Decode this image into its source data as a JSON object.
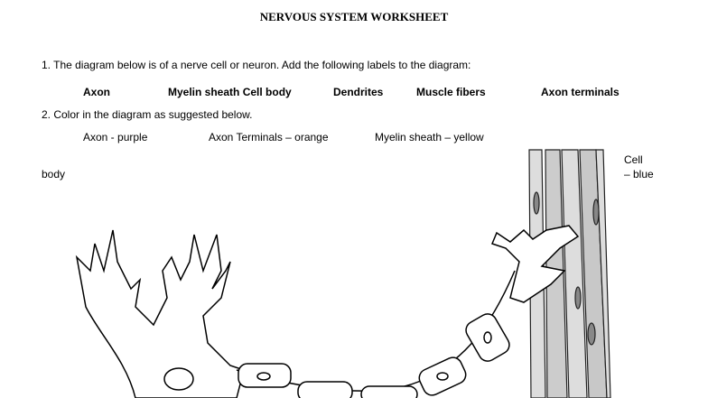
{
  "title": "NERVOUS SYSTEM WORKSHEET",
  "q1": "1. The diagram below is of a nerve cell or neuron. Add the following labels to the diagram:",
  "labels": [
    "Axon",
    "Myelin sheath Cell body",
    "Dendrites",
    "Muscle fibers",
    "Axon terminals"
  ],
  "q2": "2. Color in the diagram as suggested below.",
  "colors": [
    "Axon - purple",
    "Axon Terminals – orange",
    "Myelin sheath – yellow"
  ],
  "cell_body_part1": "Cell",
  "cell_body_part2": "– blue",
  "cell_body_part3": "body"
}
